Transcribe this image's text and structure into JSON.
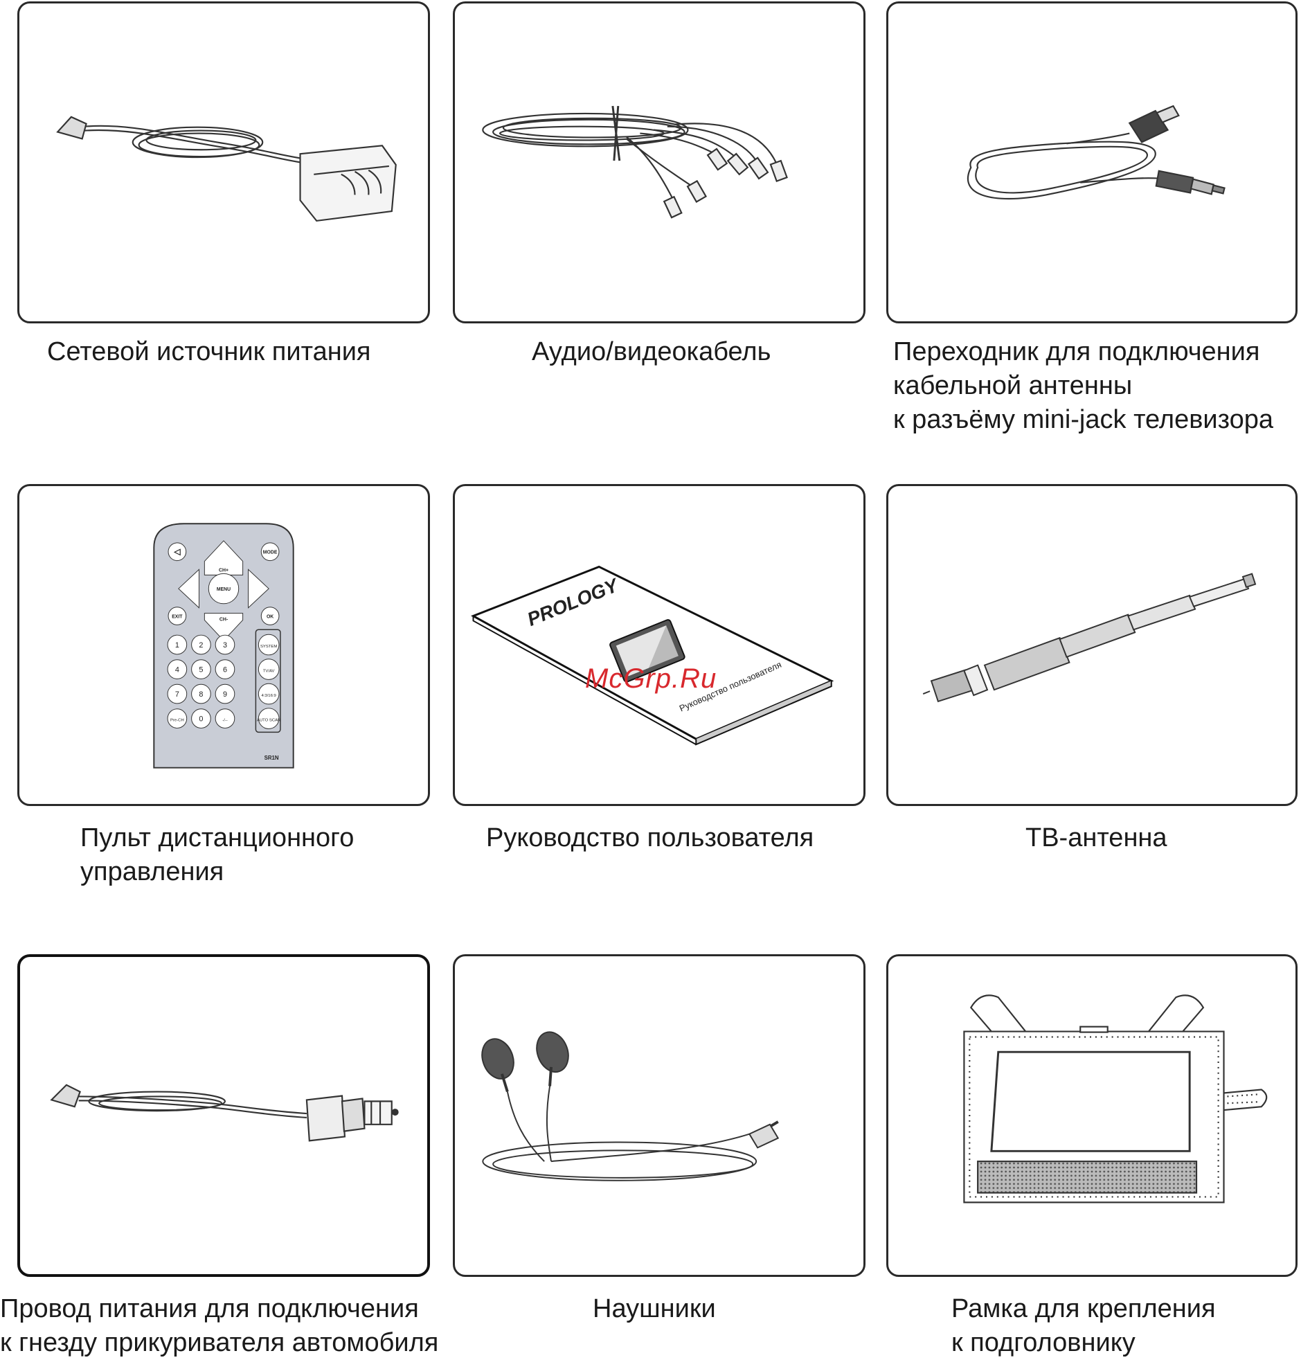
{
  "items": [
    {
      "id": "power-adapter",
      "lines": [
        "Сетевой источник питания"
      ]
    },
    {
      "id": "av-cable",
      "lines": [
        "Аудио/видеокабель"
      ]
    },
    {
      "id": "antenna-adapter",
      "lines": [
        "Переходник для подключения",
        "кабельной антенны",
        "к разъёму mini-jack телевизора"
      ]
    },
    {
      "id": "remote-control",
      "lines": [
        "Пульт дистанционного",
        "управления"
      ]
    },
    {
      "id": "user-manual",
      "lines": [
        "Руководство пользователя"
      ]
    },
    {
      "id": "tv-antenna",
      "lines": [
        "ТВ-антенна"
      ]
    },
    {
      "id": "car-power-cord",
      "lines": [
        "Провод питания для подключения",
        "к гнезду прикуривателя автомобиля"
      ]
    },
    {
      "id": "headphones",
      "lines": [
        "Наушники"
      ]
    },
    {
      "id": "headrest-frame",
      "lines": [
        "Рамка для крепления",
        "к подголовнику"
      ]
    }
  ],
  "remote": {
    "top_buttons": [
      "MODE",
      "CH+",
      "MENU",
      "CH-",
      "EXIT",
      "OK"
    ],
    "keys": [
      "1",
      "2",
      "3",
      "SYSTEM",
      "4",
      "5",
      "6",
      "TV/AV",
      "7",
      "8",
      "9",
      "4:3/16:9",
      "Pre-CH",
      "0",
      "-/--",
      "AUTO SCAN"
    ],
    "model": "SR1N"
  },
  "manual": {
    "brand": "PROLOGY",
    "cover_text": "Руководство пользователя"
  },
  "watermark": "McGrp.Ru"
}
